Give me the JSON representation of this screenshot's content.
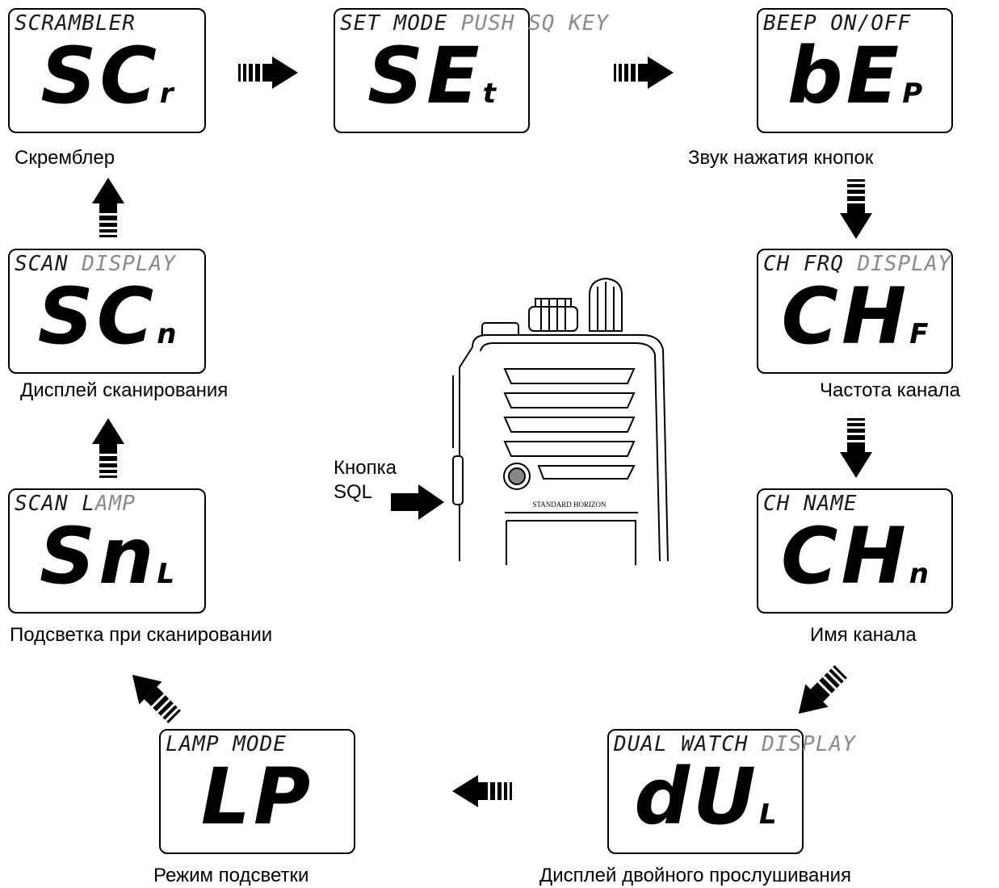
{
  "panels": {
    "scr": {
      "label_dark": "SCRAMBLER",
      "label_gray": "",
      "code": "SC",
      "sub": "r",
      "caption": "Скремблер"
    },
    "set": {
      "label_dark": "SET MODE",
      "label_gray": " PUSH SQ KEY",
      "code": "SE",
      "sub": "t",
      "caption": ""
    },
    "bep": {
      "label_dark": "BEEP ON/OFF",
      "label_gray": "",
      "code": "bE",
      "sub": "P",
      "caption": "Звук нажатия кнопок"
    },
    "chf": {
      "label_dark": "CH FRQ",
      "label_gray": " DISPLAY",
      "code": "CH",
      "sub": "F",
      "caption": "Частота канала"
    },
    "chn": {
      "label_dark": "CH NAME",
      "label_gray": "",
      "code": "CH",
      "sub": "n",
      "caption": "Имя канала"
    },
    "dul": {
      "label_dark": "DUAL WATCH",
      "label_gray": " DISPLAY",
      "code": "dU",
      "sub": "L",
      "caption": "Дисплей двойного прослушивания"
    },
    "lp": {
      "label_dark": "LAMP MODE",
      "label_gray": "",
      "code": "LP",
      "sub": "",
      "caption": "Режим подсветки"
    },
    "snl": {
      "label_dark": "SCAN L",
      "label_gray": "AMP",
      "code": "Sn",
      "sub": "L",
      "caption": "Подсветка при сканировании"
    },
    "scn": {
      "label_dark": "SCAN",
      "label_gray": " DISPLAY",
      "code": "SC",
      "sub": "n",
      "caption": "Дисплей сканирования"
    }
  },
  "radio": {
    "brand": "STANDARD HORIZON",
    "button_label_line1": "Кнопка",
    "button_label_line2": "SQL"
  },
  "icons": {
    "arrow": "hatched-arrow-icon",
    "pointer": "solid-arrow-icon"
  }
}
